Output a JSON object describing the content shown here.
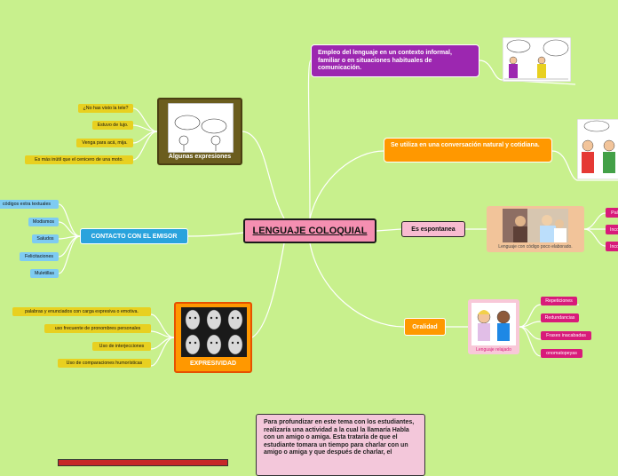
{
  "central": "LENGUAJE COLOQUIAL",
  "branches": {
    "empleo": "Empleo del lenguaje en un contexto informal, familiar o en situaciones habituales de comunicación.",
    "conversacion": "Se utiliza en una conversación natural y cotidiana.",
    "espontanea": "Es espontanea",
    "espontanea_image_caption": "Lenguaje con código poco elaborado.",
    "espontanea_children": [
      "Pal",
      "Inco",
      "Inco"
    ],
    "oralidad": "Oralidad",
    "oralidad_image_caption": "Lenguaje relajado",
    "oralidad_children": [
      "Repeticiones",
      "Redundancias",
      "Frases inacabadas",
      "onomatopeyas"
    ],
    "algunas": "Algunas expresiones",
    "algunas_children": [
      "¿No has visto la tele?",
      "Estuvo de lujo.",
      "Venga para acá, mija.",
      "Es más inútil que el cenicero de una moto."
    ],
    "contacto": "CONTACTO CON EL EMISOR",
    "contacto_children": [
      "códigos extra textuales",
      "Modismos",
      "Saludos",
      "Felicitaciones",
      "Muletillas"
    ],
    "expresividad": "EXPRESIVIDAD",
    "expresividad_children": [
      "palabras y enunciados con carga expresiva o emotiva.",
      "uso frecuente de pronombres personales",
      "Uso de interjecciones",
      "Uso de comparaciones humorísticas"
    ]
  },
  "note": "Para profundizar en este tema con los estudiantes, realizaría una actividad a la cual la llamaría Habla con un amigo o amiga. Esta trataría de que el estudiante tomara un tiempo para charlar con un amigo o amiga y que después de charlar, el",
  "colors": {
    "background": "#c8f08d",
    "central": "#f48fb1",
    "purple": "#9c27b0",
    "orange": "#ff9800",
    "blue": "#29a3dd",
    "olive": "#6b5d1e",
    "magenta": "#d81b7a",
    "yellow": "#e8d020"
  }
}
